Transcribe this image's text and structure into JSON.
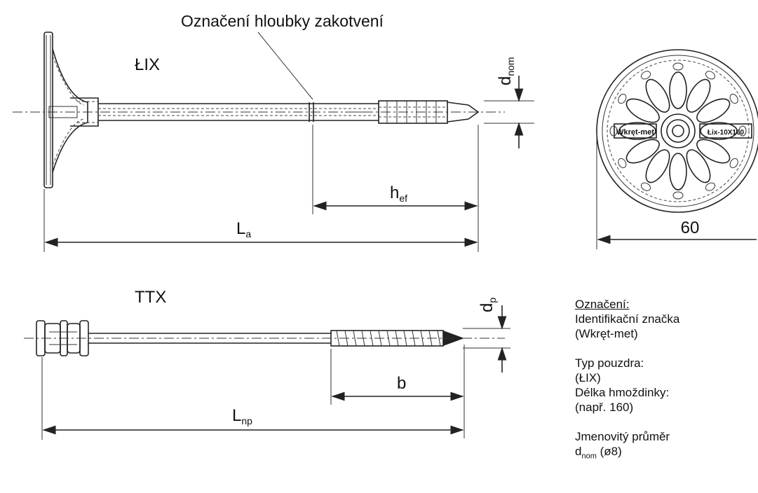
{
  "caption": "Označení hloubky zakotvení",
  "lix": {
    "title": "ŁIX",
    "dnom": "d",
    "dnom_sub": "nom",
    "hef": "h",
    "hef_sub": "ef",
    "la": "L",
    "la_sub": "a"
  },
  "ttx": {
    "title": "TTX",
    "dp": "d",
    "dp_sub": "p",
    "b": "b",
    "lnp": "L",
    "lnp_sub": "np"
  },
  "disc": {
    "brand": "Wkręt-met",
    "code": "Łix-10X160",
    "dim": "60"
  },
  "notes": {
    "heading": "Označení:",
    "line1": "Identifikační značka",
    "line2": "(Wkręt-met)",
    "line3": "Typ pouzdra:",
    "line4": "(ŁIX)",
    "line5": "Délka hmoždinky:",
    "line6": "(např. 160)",
    "line7": "Jmenovitý průměr",
    "line8_main": "d",
    "line8_sub": "nom",
    "line8_rest": " (ø8)"
  }
}
